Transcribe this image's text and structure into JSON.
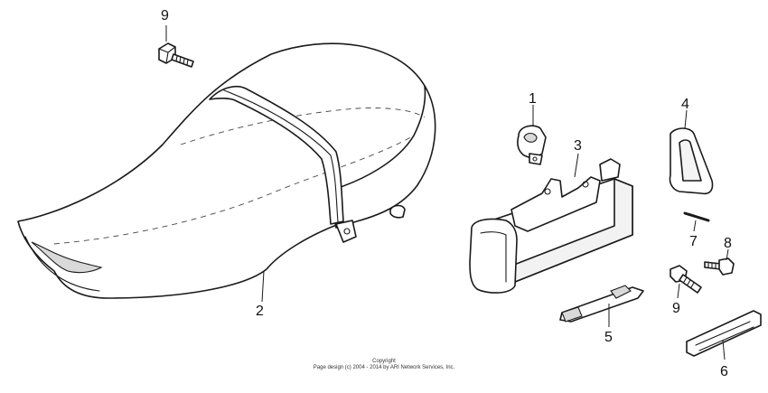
{
  "callouts": {
    "c1": "1",
    "c2": "2",
    "c3": "3",
    "c4": "4",
    "c5": "5",
    "c6": "6",
    "c7": "7",
    "c8": "8",
    "c9_top": "9",
    "c9_right": "9"
  },
  "copyright": {
    "line1": "Copyright",
    "line2": "Page design (c) 2004 - 2014 by ARI Network Services, Inc."
  }
}
